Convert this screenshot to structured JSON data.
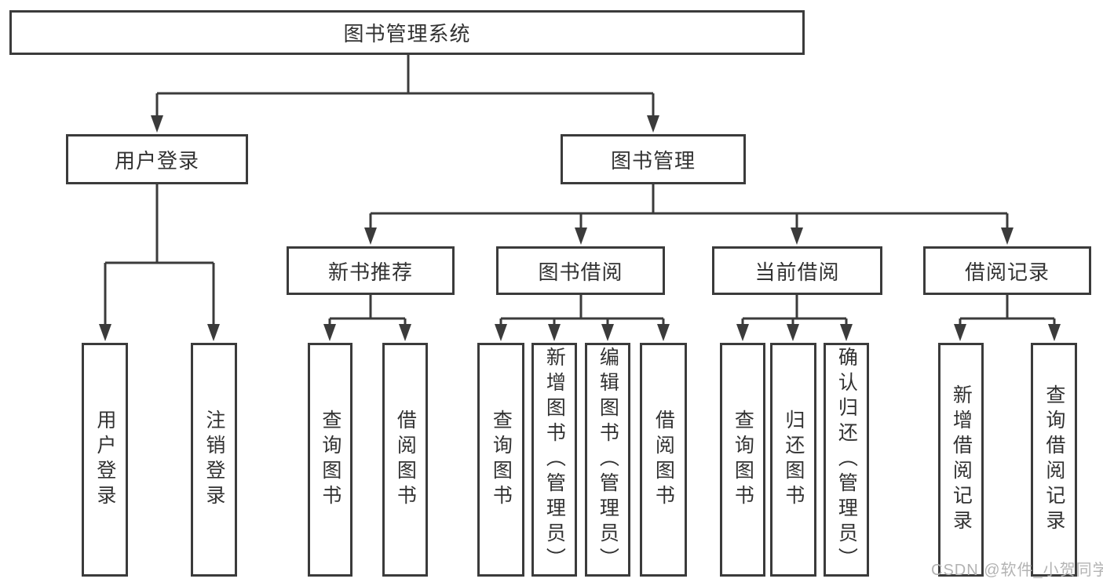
{
  "diagram": {
    "root": {
      "label": "图书管理系统"
    },
    "branches": [
      {
        "label": "用户登录",
        "children": [
          {
            "label": "用户登录"
          },
          {
            "label": "注销登录"
          }
        ]
      },
      {
        "label": "图书管理",
        "children": [
          {
            "label": "新书推荐",
            "children": [
              {
                "label": "查询图书"
              },
              {
                "label": "借阅图书"
              }
            ]
          },
          {
            "label": "图书借阅",
            "children": [
              {
                "label": "查询图书"
              },
              {
                "label": "新增图书（管理员）"
              },
              {
                "label": "编辑图书（管理员）"
              },
              {
                "label": "借阅图书"
              }
            ]
          },
          {
            "label": "当前借阅",
            "children": [
              {
                "label": "查询图书"
              },
              {
                "label": "归还图书"
              },
              {
                "label": "确认归还（管理员）"
              }
            ]
          },
          {
            "label": "借阅记录",
            "children": [
              {
                "label": "新增借阅记录"
              },
              {
                "label": "查询借阅记录"
              }
            ]
          }
        ]
      }
    ]
  },
  "watermark": {
    "text": "CSDN @软件_小贺同学"
  },
  "colors": {
    "line": "#3b3b3b",
    "box_border": "#3b3b3b",
    "text": "#323232",
    "watermark": "#b3b3b3",
    "background": "#ffffff"
  }
}
